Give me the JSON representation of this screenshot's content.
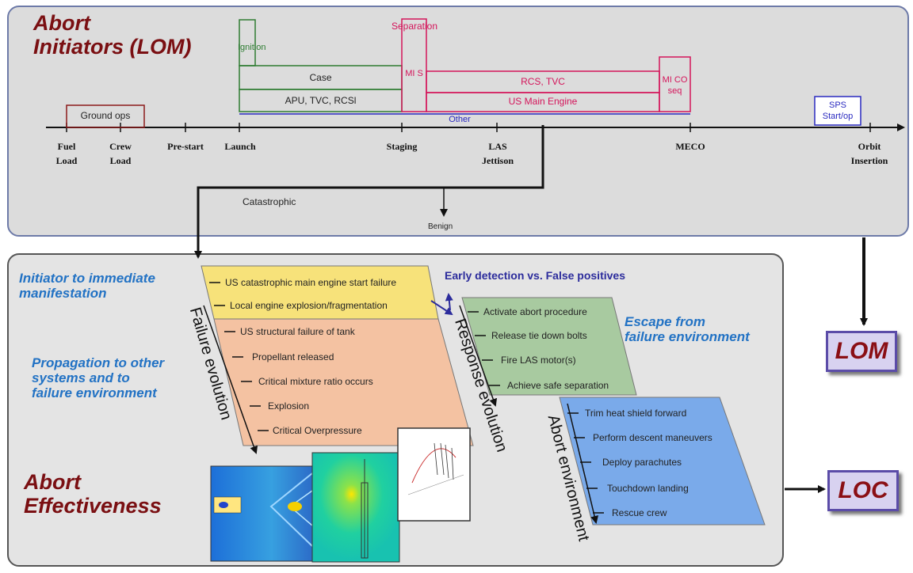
{
  "headers": {
    "abort_initiators": [
      "Abort",
      "Initiators (LOM)"
    ],
    "abort_effectiveness": [
      "Abort",
      "Effectiveness"
    ],
    "initiator_to_manifestation": [
      "Initiator to immediate",
      "manifestation"
    ],
    "propagation": [
      "Propagation to other",
      "systems and to",
      "failure environment"
    ],
    "escape": [
      "Escape from",
      "failure environment"
    ],
    "early_detection": "Early detection vs. False positives"
  },
  "timeline": {
    "milestones": [
      {
        "id": "fuel-load",
        "lines": [
          "Fuel",
          "Load"
        ]
      },
      {
        "id": "crew-load",
        "lines": [
          "Crew",
          "Load"
        ]
      },
      {
        "id": "pre-start",
        "lines": [
          "Pre-start"
        ]
      },
      {
        "id": "launch",
        "lines": [
          "Launch"
        ]
      },
      {
        "id": "staging",
        "lines": [
          "Staging"
        ]
      },
      {
        "id": "las-jettison",
        "lines": [
          "LAS",
          "Jettison"
        ]
      },
      {
        "id": "meco",
        "lines": [
          "MECO"
        ]
      },
      {
        "id": "orbit-insertion",
        "lines": [
          "Orbit",
          "Insertion"
        ]
      }
    ],
    "bars": {
      "ground_ops": "Ground ops",
      "ignition": "Ignition",
      "case": "Case",
      "apu": "APU, TVC, RCSl",
      "separation": "Separation",
      "mis": "MI S",
      "rcs_tvc": "RCS, TVC",
      "us_main_engine": "US Main Engine",
      "mi_co_seq": [
        "MI CO",
        "seq"
      ],
      "other": "Other",
      "sps": [
        "SPS",
        "Start/op"
      ]
    },
    "catastrophic": "Catastrophic",
    "benign": "Benign"
  },
  "failure_evolution": {
    "label": "Failure evolution",
    "manifestation": [
      "US catastrophic main engine start failure",
      "Local engine explosion/fragmentation"
    ],
    "propagation": [
      "US structural failure of tank",
      "Propellant released",
      "Critical mixture ratio occurs",
      "Explosion",
      "Critical Overpressure"
    ]
  },
  "response_evolution": {
    "label": "Response evolution",
    "steps": [
      "Activate abort procedure",
      "Release tie down bolts",
      "Fire LAS motor(s)",
      "Achieve safe separation"
    ]
  },
  "abort_environment": {
    "label": "Abort environment",
    "steps": [
      "Trim heat shield forward",
      "Perform descent maneuvers",
      "Deploy parachutes",
      "Touchdown landing",
      "Rescue crew"
    ]
  },
  "outcomes": {
    "lom": "LOM",
    "loc": "LOC"
  },
  "colors": {
    "dark_red": "#7a0f12",
    "blue_text": "#2272c4",
    "green": "#2e7d32",
    "pink": "#d4145a",
    "navy": "#1a237e",
    "yellow": "#f7e27a",
    "salmon": "#f4c2a2",
    "sage": "#a8caa0",
    "sky": "#7aaaea"
  },
  "icons": [
    "arrow-right-icon",
    "arrow-down-icon",
    "double-arrow-icon"
  ]
}
